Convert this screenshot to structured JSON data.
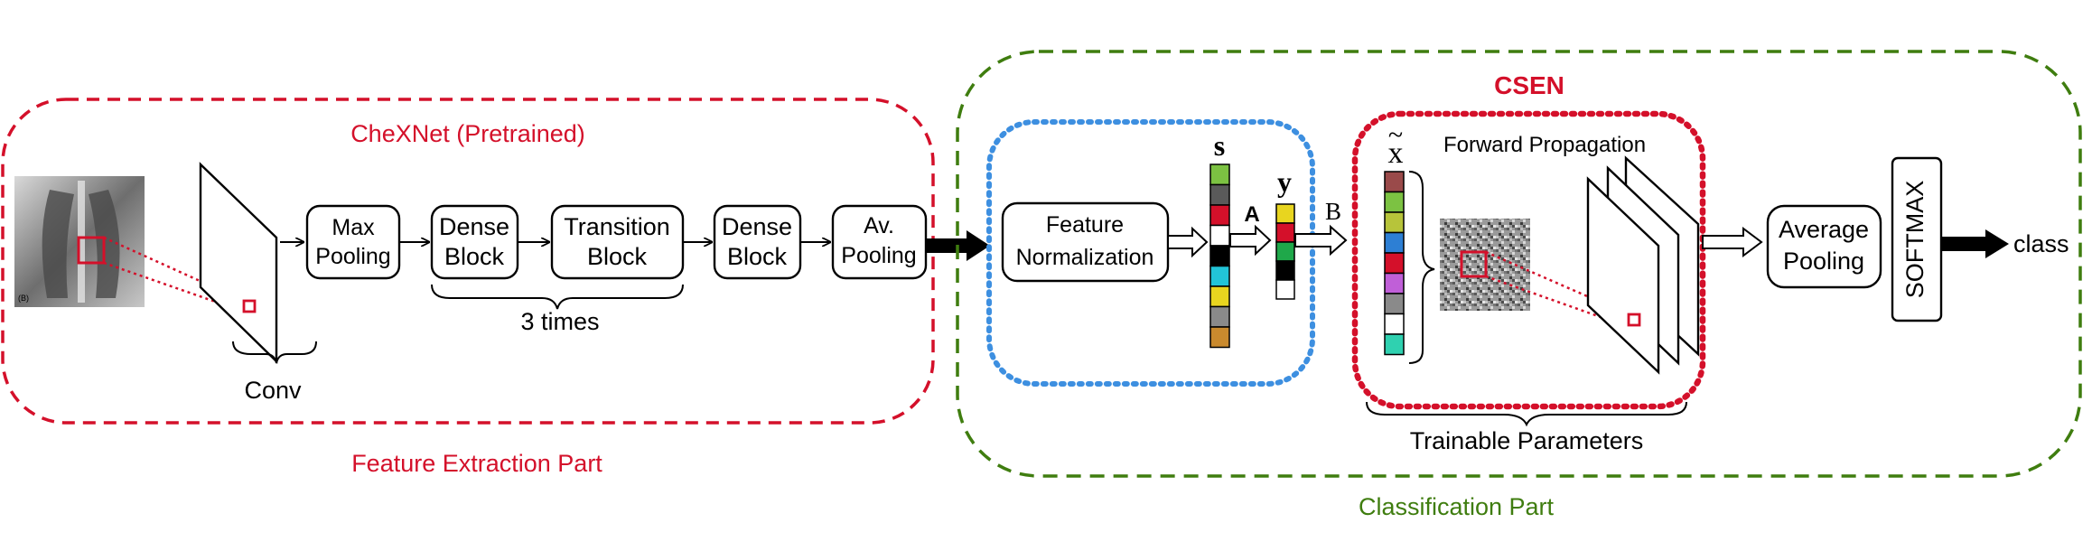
{
  "colors": {
    "red": "#d4102a",
    "green": "#3f7d0f",
    "blue": "#3d8fe0",
    "black": "#000000"
  },
  "extraction": {
    "title": "CheXNet (Pretrained)",
    "part_label": "Feature Extraction Part",
    "xray_tag": "(B)",
    "conv_label": "Conv",
    "max_pooling": [
      "Max",
      "Pooling"
    ],
    "dense_block_1": [
      "Dense",
      "Block"
    ],
    "transition_block": [
      "Transition",
      "Block"
    ],
    "dense_block_2": [
      "Dense",
      "Block"
    ],
    "av_pooling": [
      "Av.",
      "Pooling"
    ],
    "repeat_label": "3 times"
  },
  "classification": {
    "part_label": "Classification Part",
    "feature_norm": [
      "Feature",
      "Normalization"
    ],
    "s_label": "s",
    "s_colors": [
      "#7cc242",
      "#5a5a5a",
      "#d4102a",
      "#ffffff",
      "#000000",
      "#22c4d8",
      "#e8d51f",
      "#8a8a8a",
      "#c98a2e"
    ],
    "a_label": "A",
    "y_label": "y",
    "y_colors": [
      "#e8d51f",
      "#d4102a",
      "#1fa84a",
      "#000000",
      "#ffffff"
    ],
    "b_label": "B"
  },
  "csen": {
    "title": "CSEN",
    "x_label": "x",
    "x_tilde": "~",
    "x_colors": [
      "#9a4a4a",
      "#7cc242",
      "#b7c43a",
      "#2d7fd4",
      "#d4102a",
      "#c05fd8",
      "#8a8a8a",
      "#ffffff",
      "#2fd1b0"
    ],
    "forward_label": "Forward Propagation",
    "trainable_label": "Trainable Parameters"
  },
  "tail": {
    "average_pooling": [
      "Average",
      "Pooling"
    ],
    "softmax": "SOFTMAX",
    "class_label": "class"
  }
}
